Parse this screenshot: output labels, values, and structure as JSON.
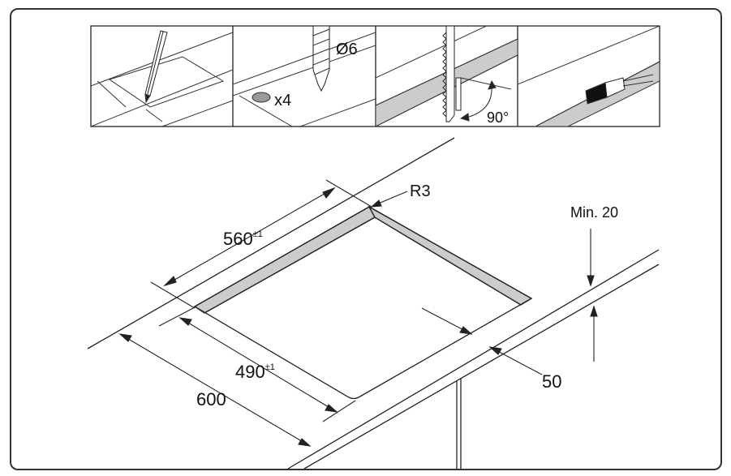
{
  "steps": {
    "marker": "x4",
    "drill_diameter": "Ø6",
    "saw_angle": "90°"
  },
  "dimensions": {
    "cutout_width": "560",
    "cutout_width_tol": "±1",
    "cutout_depth": "490",
    "cutout_depth_tol": "±1",
    "corner_radius": "R3",
    "worktop_depth": "600",
    "front_edge_min": "50",
    "min_thickness": "Min. 20"
  }
}
